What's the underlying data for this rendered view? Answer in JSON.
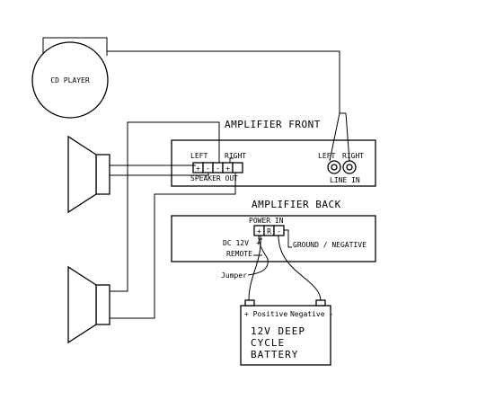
{
  "cd_player": {
    "label": "CD PLAYER"
  },
  "amp_front": {
    "title": "AMPLIFIER FRONT",
    "left": "LEFT",
    "right": "RIGHT",
    "speaker_out": "SPEAKER OUT",
    "term_plus": "+",
    "term_minus": "-",
    "line_left": "LEFT",
    "line_right": "RIGHT",
    "line_in": "LINE IN"
  },
  "amp_back": {
    "title": "AMPLIFIER BACK",
    "power_in": "POWER IN",
    "term_plus": "+",
    "term_r": "R",
    "term_minus": "-",
    "dc_12v": "DC 12V",
    "dc_plus": "+",
    "remote": "REMOTE",
    "ground": "GROUND  /  NEGATIVE",
    "jumper": "Jumper"
  },
  "battery": {
    "positive": "+ Positive",
    "negative": "Negative -",
    "line1": "12V DEEP",
    "line2": "CYCLE",
    "line3": "BATTERY"
  }
}
